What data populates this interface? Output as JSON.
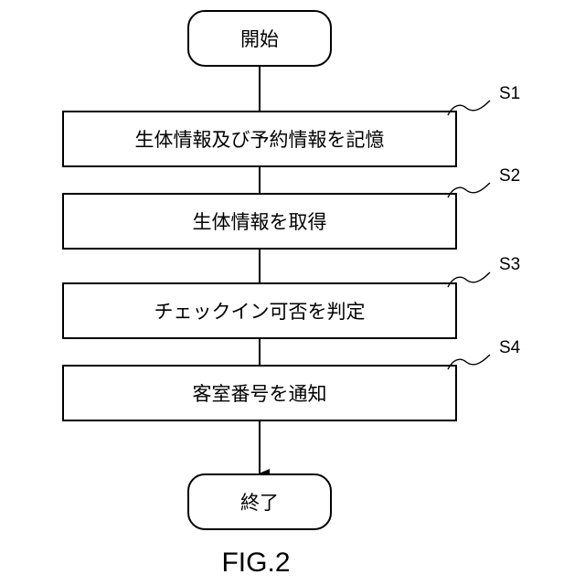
{
  "diagram": {
    "start": "開始",
    "end": "終了",
    "steps": [
      {
        "id": "S1",
        "text": "生体情報及び予約情報を記憶"
      },
      {
        "id": "S2",
        "text": "生体情報を取得"
      },
      {
        "id": "S3",
        "text": "チェックイン可否を判定"
      },
      {
        "id": "S4",
        "text": "客室番号を通知"
      }
    ],
    "caption": "FIG.2"
  }
}
